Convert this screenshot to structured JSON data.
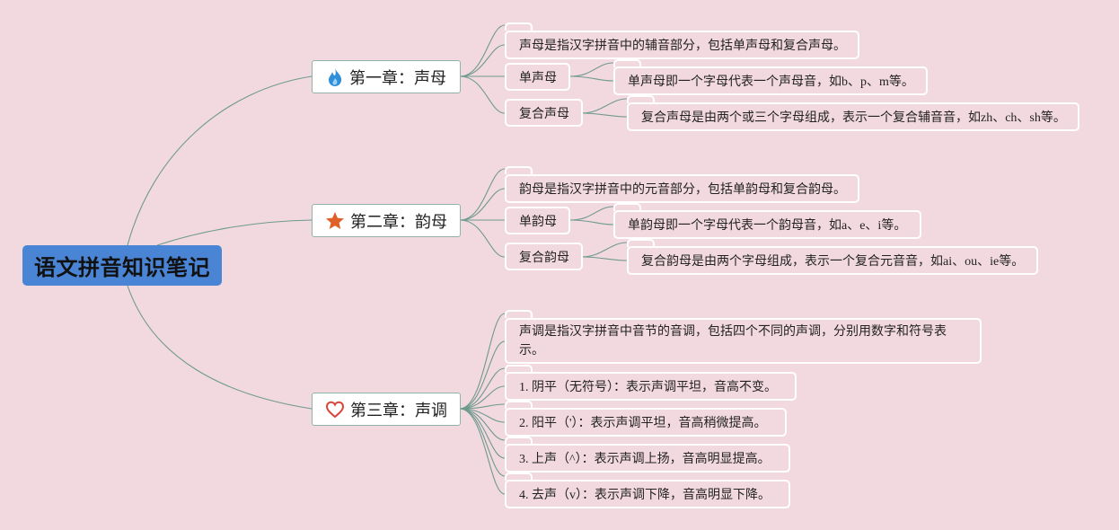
{
  "root": {
    "title": "语文拼音知识笔记"
  },
  "chapters": [
    {
      "title": "第一章：声母",
      "icon": "fire-icon",
      "icon_color": "#2f8fd8",
      "definition": "声母是指汉字拼音中的辅音部分，包括单声母和复合声母。",
      "groups": [
        {
          "label": "单声母",
          "detail": "单声母即一个字母代表一个声母音，如b、p、m等。"
        },
        {
          "label": "复合声母",
          "detail": "复合声母是由两个或三个字母组成，表示一个复合辅音音，如zh、ch、sh等。"
        }
      ]
    },
    {
      "title": "第二章：韵母",
      "icon": "star-icon",
      "icon_color": "#e0602a",
      "definition": "韵母是指汉字拼音中的元音部分，包括单韵母和复合韵母。",
      "groups": [
        {
          "label": "单韵母",
          "detail": "单韵母即一个字母代表一个韵母音，如a、e、i等。"
        },
        {
          "label": "复合韵母",
          "detail": "复合韵母是由两个字母组成，表示一个复合元音音，如ai、ou、ie等。"
        }
      ]
    },
    {
      "title": "第三章：声调",
      "icon": "heart-icon",
      "icon_color": "#d9453b",
      "definition": "声调是指汉字拼音中音节的音调，包括四个不同的声调，分别用数字和符号表示。",
      "tones": [
        "1. 阴平（无符号）：表示声调平坦，音高不变。",
        "2. 阳平（'）：表示声调平坦，音高稍微提高。",
        "3. 上声（^）：表示声调上扬，音高明显提高。",
        "4. 去声（v）：表示声调下降，音高明显下降。"
      ]
    }
  ]
}
